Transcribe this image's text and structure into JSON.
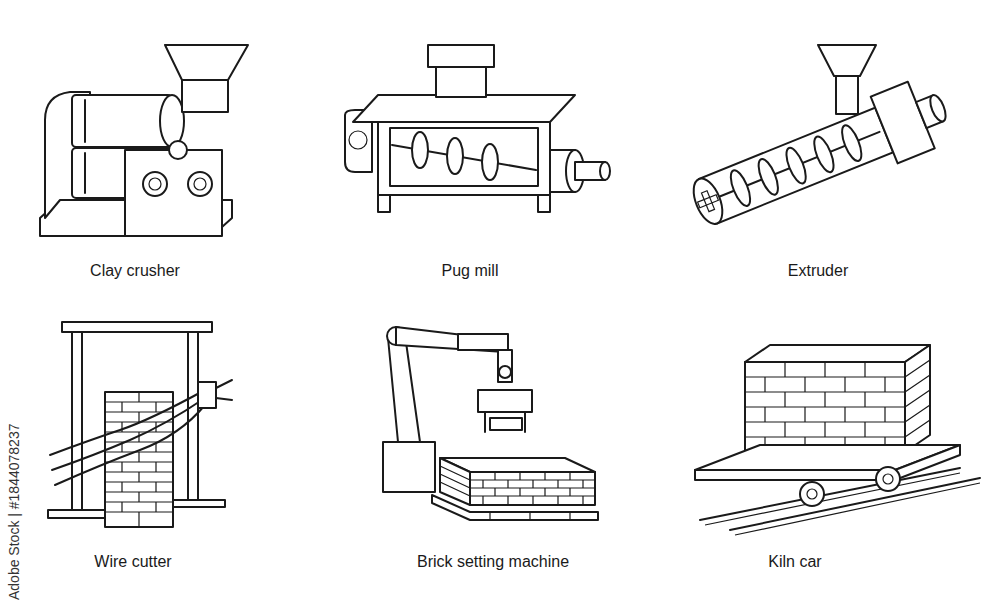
{
  "diagram": {
    "labels": [
      "Clay crusher",
      "Pug mill",
      "Extruder",
      "Wire cutter",
      "Brick setting machine",
      "Kiln car",
      "Adobe Stock | #1844078237"
    ]
  }
}
